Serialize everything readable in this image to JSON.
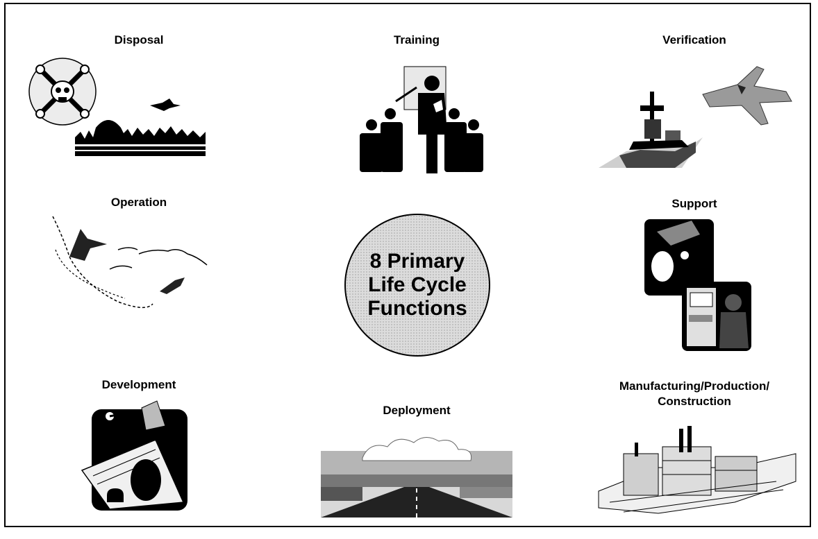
{
  "center": {
    "line1": "8 Primary",
    "line2": "Life Cycle",
    "line3": "Functions"
  },
  "functions": {
    "disposal": "Disposal",
    "training": "Training",
    "verification": "Verification",
    "operation": "Operation",
    "support": "Support",
    "development": "Development",
    "deployment": "Deployment",
    "manufacturing_line1": "Manufacturing/Production/",
    "manufacturing_line2": "Construction"
  },
  "icons": {
    "disposal": "skull-crossbones-icon",
    "training": "presenter-audience-icon",
    "verification": "ship-jet-icon",
    "operation": "aircraft-maneuver-icon",
    "support": "maintenance-technician-icon",
    "development": "design-drafting-icon",
    "deployment": "highway-icon",
    "manufacturing": "factory-icon"
  }
}
